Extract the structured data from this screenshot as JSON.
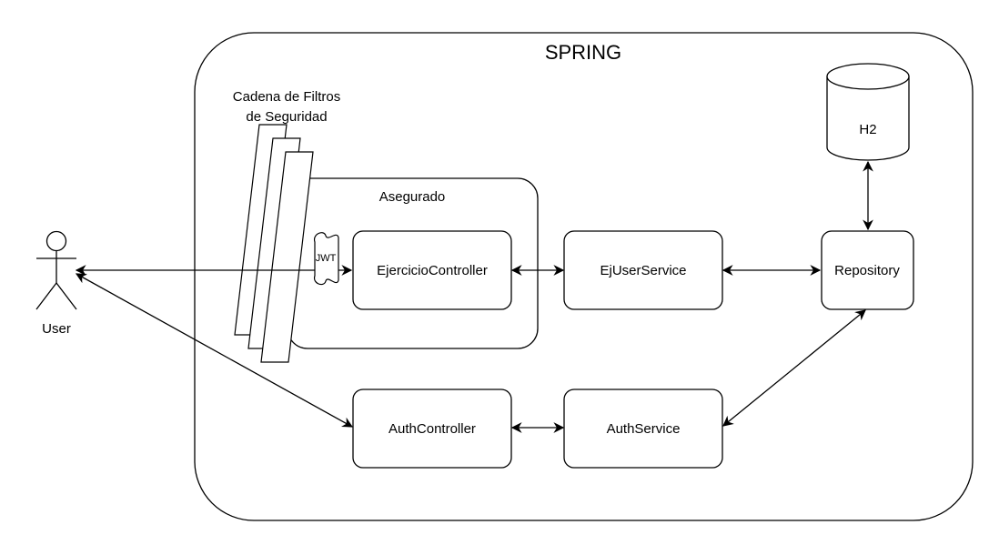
{
  "container": {
    "label": "SPRING"
  },
  "filters": {
    "label_line1": "Cadena de Filtros",
    "label_line2": "de Seguridad"
  },
  "secured_group": {
    "label": "Asegurado"
  },
  "token": {
    "label": "JWT"
  },
  "actor": {
    "label": "User"
  },
  "database": {
    "label": "H2"
  },
  "nodes": {
    "ejercicio_controller": "EjercicioController",
    "ej_user_service": "EjUserService",
    "repository": "Repository",
    "auth_controller": "AuthController",
    "auth_service": "AuthService"
  },
  "colors": {
    "stroke": "#000000",
    "fill": "#ffffff"
  }
}
